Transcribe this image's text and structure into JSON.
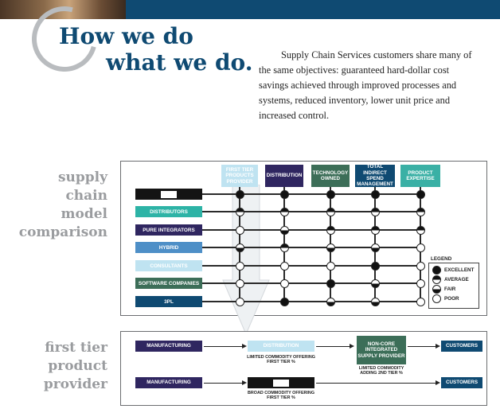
{
  "header": {
    "title_line1": "How we do",
    "title_line2": "what we do.",
    "intro": "Supply Chain Services customers share many of the same objectives: guaranteed hard-dollar cost savings achieved through improved processes and systems, reduced inventory, lower unit price and increased control."
  },
  "side_labels": {
    "model_comparison": [
      "supply",
      "chain",
      "model",
      "comparison"
    ],
    "first_tier": [
      "first tier",
      "product",
      "provider"
    ]
  },
  "matrix": {
    "columns": [
      {
        "label": "FIRST TIER PRODUCTS PROVIDER",
        "color": "#bfe3f1",
        "text_color": "#ffffff"
      },
      {
        "label": "DISTRIBUTION",
        "color": "#2f2660",
        "text_color": "#ffffff"
      },
      {
        "label": "TECHNOLOGY OWNED",
        "color": "#3c6e58",
        "text_color": "#ffffff"
      },
      {
        "label": "TOTAL INDIRECT SPEND MANAGEMENT",
        "color": "#0f4a72",
        "text_color": "#ffffff"
      },
      {
        "label": "PRODUCT EXPERTISE",
        "color": "#3ab0a5",
        "text_color": "#ffffff"
      }
    ],
    "rows": [
      {
        "label": "",
        "color": "#141414",
        "ratings": [
          "excellent",
          "excellent",
          "excellent",
          "excellent",
          "excellent"
        ]
      },
      {
        "label": "DISTRIBUTORS",
        "color": "#2db3a6",
        "ratings": [
          "average",
          "average",
          "average",
          "average",
          "average"
        ]
      },
      {
        "label": "PURE INTEGRATORS",
        "color": "#2f2660",
        "ratings": [
          "poor",
          "fair",
          "average",
          "average",
          "average"
        ]
      },
      {
        "label": "HYBRID",
        "color": "#4e8fc7",
        "ratings": [
          "fair",
          "average",
          "fair",
          "fair",
          "poor"
        ]
      },
      {
        "label": "CONSULTANTS",
        "color": "#bfe3f1",
        "ratings": [
          "poor",
          "poor",
          "poor",
          "excellent",
          "poor"
        ]
      },
      {
        "label": "SOFTWARE COMPANIES",
        "color": "#3c6e58",
        "ratings": [
          "poor",
          "poor",
          "excellent",
          "fair",
          "poor"
        ]
      },
      {
        "label": "3PL",
        "color": "#0f4a72",
        "ratings": [
          "poor",
          "excellent",
          "fair",
          "fair",
          "poor"
        ]
      }
    ],
    "legend": {
      "title": "LEGEND",
      "items": [
        {
          "key": "excellent",
          "label": "EXCELLENT"
        },
        {
          "key": "average",
          "label": "AVERAGE"
        },
        {
          "key": "fair",
          "label": "FAIR"
        },
        {
          "key": "poor",
          "label": "POOR"
        }
      ]
    }
  },
  "flow": {
    "row1": {
      "manufacturing": "MANUFACTURING",
      "distribution": "DISTRIBUTION",
      "distribution_caption": "LIMITED COMMODITY OFFERING FIRST TIER %",
      "noncore": "NON-CORE INTEGRATED SUPPLY PROVIDER",
      "noncore_caption": "LIMITED COMMODITY ADDING 2ND TIER %",
      "customers": "CUSTOMERS"
    },
    "row2": {
      "manufacturing": "MANUFACTURING",
      "middle_caption": "BROAD COMMODITY OFFERING FIRST TIER %",
      "customers": "CUSTOMERS"
    },
    "colors": {
      "navy": "#2f2660",
      "lightblue": "#bfe3f1",
      "green": "#3c6e58",
      "blue": "#0f4a72",
      "black": "#141414"
    }
  }
}
